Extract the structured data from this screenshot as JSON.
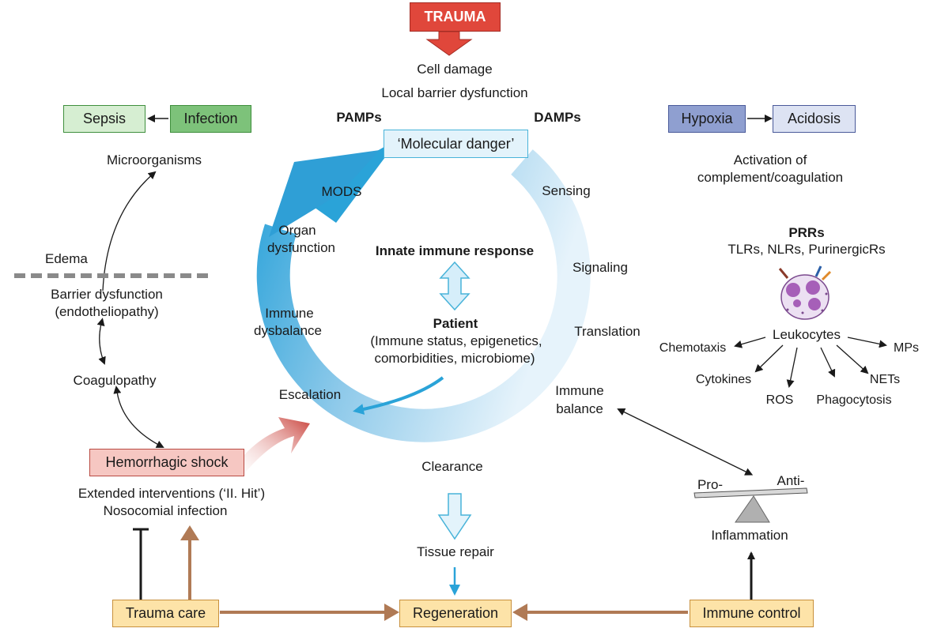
{
  "top": {
    "trauma": "TRAUMA",
    "cell_damage": "Cell damage",
    "local_barrier": "Local barrier dysfunction",
    "pamps": "PAMPs",
    "damps": "DAMPs",
    "molecular_danger": "‘Molecular danger’"
  },
  "left": {
    "sepsis": "Sepsis",
    "infection": "Infection",
    "microorganisms": "Microorganisms",
    "edema": "Edema",
    "barrier_1": "Barrier dysfunction",
    "barrier_2": "(endotheliopathy)",
    "coagulopathy": "Coagulopathy",
    "hemorrhagic_shock": "Hemorrhagic shock",
    "extended": "Extended interventions (‘II. Hit’)",
    "nosocomial": "Nosocomial infection"
  },
  "right": {
    "hypoxia": "Hypoxia",
    "acidosis": "Acidosis",
    "activation_1": "Activation of",
    "activation_2": "complement/coagulation",
    "prrs": "PRRs",
    "prr_list": "TLRs, NLRs, PurinergicRs",
    "leukocytes": "Leukocytes",
    "chemotaxis": "Chemotaxis",
    "mps": "MPs",
    "cytokines": "Cytokines",
    "nets": "NETs",
    "ros": "ROS",
    "phagocytosis": "Phagocytosis",
    "pro": "Pro-",
    "anti": "Anti-",
    "inflammation": "Inflammation"
  },
  "cycle": {
    "sensing": "Sensing",
    "signaling": "Signaling",
    "translation": "Translation",
    "immune_balance_1": "Immune",
    "immune_balance_2": "balance",
    "clearance": "Clearance",
    "escalation": "Escalation",
    "immune_dysbalance_1": "Immune",
    "immune_dysbalance_2": "dysbalance",
    "organ_dysfunction_1": "Organ",
    "organ_dysfunction_2": "dysfunction",
    "mods": "MODS"
  },
  "center": {
    "innate": "Innate immune response",
    "patient": "Patient",
    "patient_detail_1": "(Immune status, epigenetics,",
    "patient_detail_2": "comorbidities, microbiome)"
  },
  "bottom": {
    "tissue_repair": "Tissue repair",
    "trauma_care": "Trauma care",
    "regeneration": "Regeneration",
    "immune_control": "Immune control"
  },
  "colors": {
    "trauma_red": "#e0473b",
    "cycle_blue": "#2aa3d8",
    "brown_arrow": "#b07a55",
    "infection_green": "#7dc27a",
    "hypoxia_blue": "#8f9fd0"
  }
}
